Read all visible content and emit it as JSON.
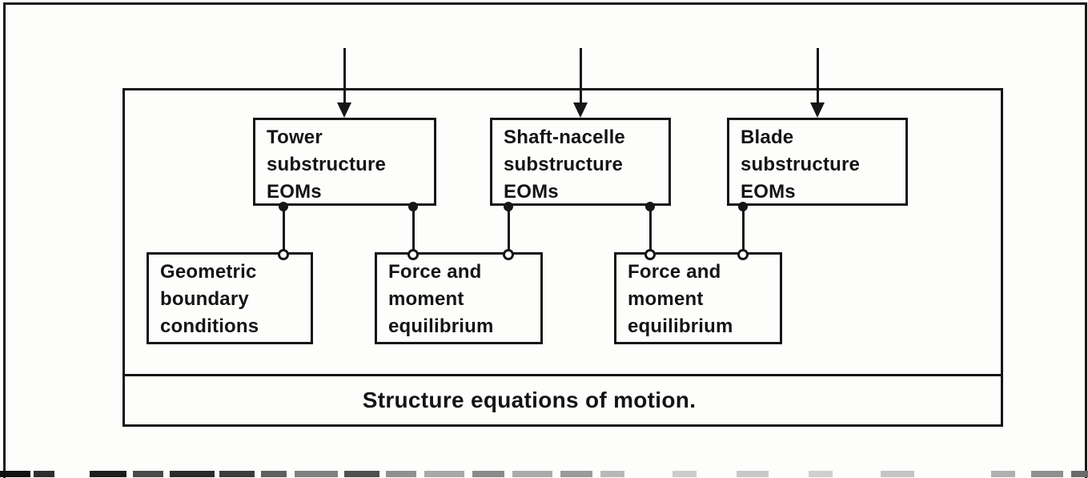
{
  "diagram": {
    "caption": "Structure equations of motion.",
    "boxes": {
      "tower": {
        "lines": [
          "Tower",
          "substructure",
          "EOMs"
        ]
      },
      "shaft_nacelle": {
        "lines": [
          "Shaft-nacelle",
          "substructure",
          "EOMs"
        ]
      },
      "blade": {
        "lines": [
          "Blade",
          "substructure",
          "EOMs"
        ]
      },
      "geometric_boundary": {
        "lines": [
          "Geometric",
          "boundary",
          "conditions"
        ]
      },
      "force_moment_1": {
        "lines": [
          "Force and",
          "moment",
          "equilibrium"
        ]
      },
      "force_moment_2": {
        "lines": [
          "Force and",
          "moment",
          "equilibrium"
        ]
      }
    },
    "connector_count": 5,
    "input_arrow_count": 3,
    "colors": {
      "ink": "#161616",
      "paper": "#fdfdfc"
    }
  }
}
